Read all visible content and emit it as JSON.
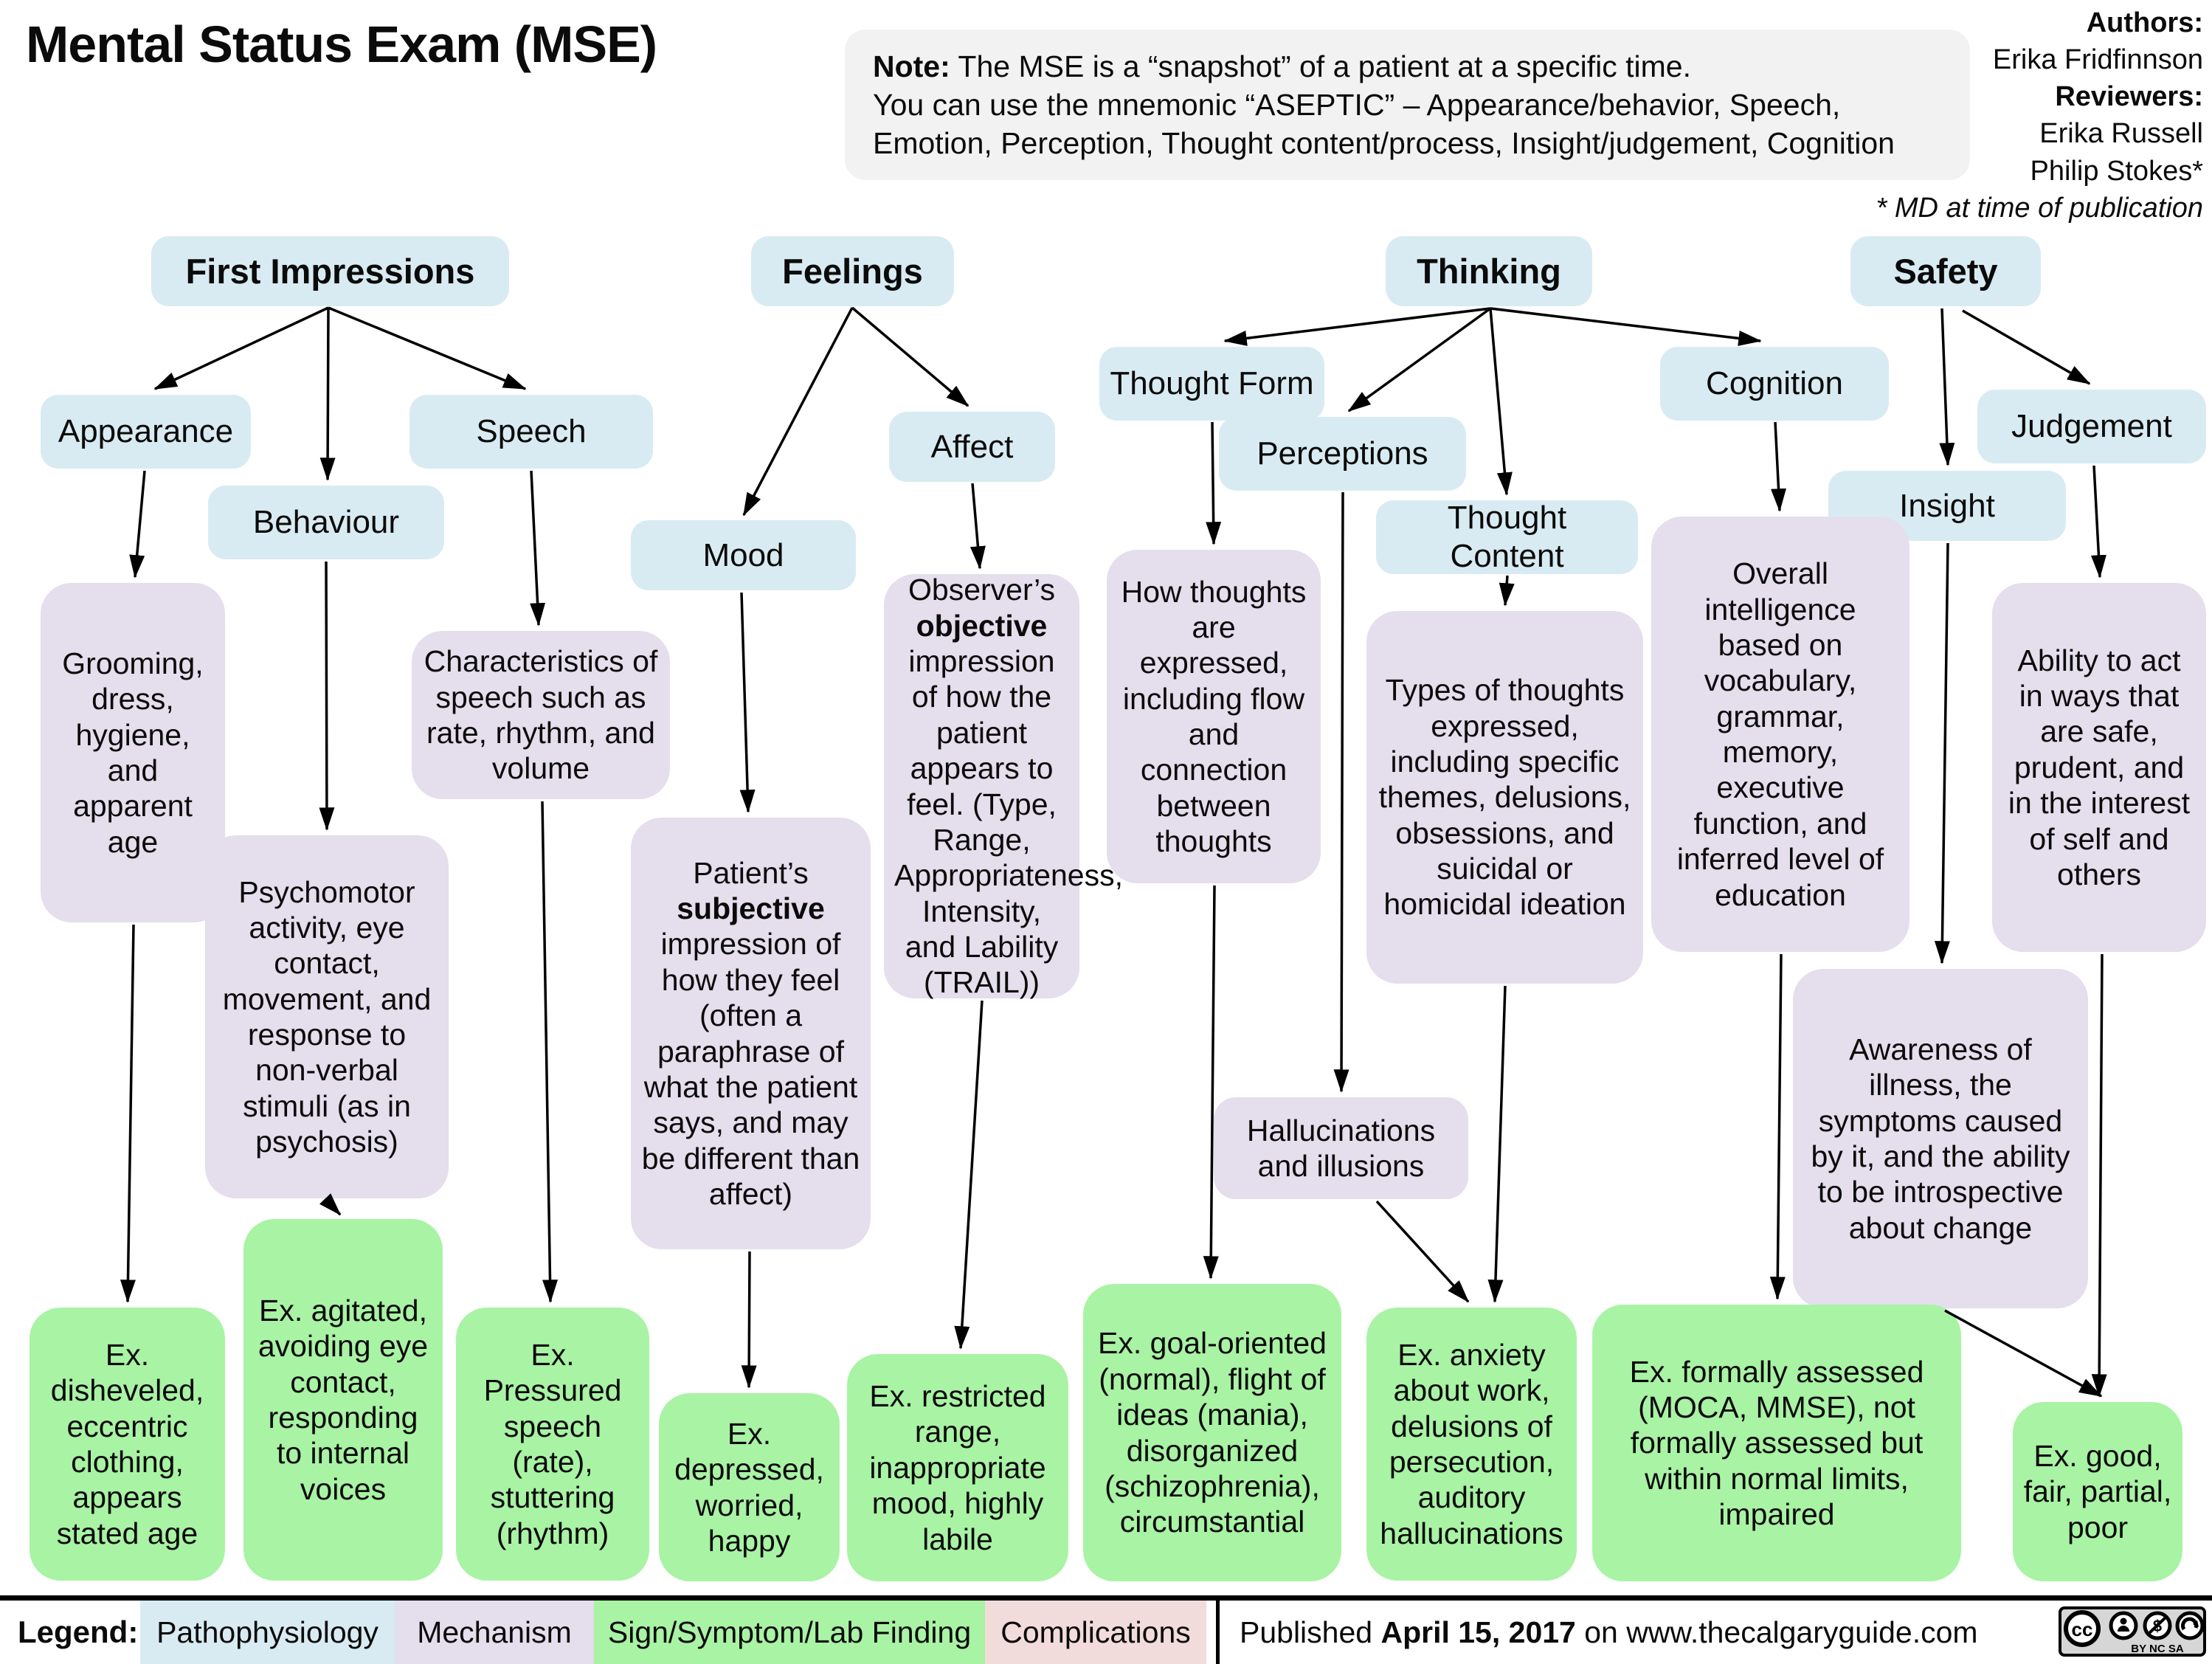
{
  "title": "Mental Status Exam (MSE)",
  "note": {
    "label": "Note:",
    "text": " The MSE is a “snapshot” of a patient at a specific time.\nYou can use the mnemonic “ASEPTIC” – Appearance/behavior, Speech,\nEmotion, Perception, Thought content/process, Insight/judgement, Cognition"
  },
  "credits": {
    "authors_label": "Authors:",
    "author": "Erika Fridfinnson",
    "reviewers_label": "Reviewers:",
    "reviewer1": "Erika Russell",
    "reviewer2": "Philip Stokes*",
    "footnote": "* MD at time of publication"
  },
  "colors": {
    "pathophysiology": "#d9ebf2",
    "mechanism": "#e4deed",
    "sign": "#a9f3a4",
    "complication": "#f2dcdb"
  },
  "categories": {
    "first_impressions": "First Impressions",
    "feelings": "Feelings",
    "thinking": "Thinking",
    "safety": "Safety"
  },
  "nodes": {
    "appearance": "Appearance",
    "behaviour": "Behaviour",
    "speech": "Speech",
    "mood": "Mood",
    "affect": "Affect",
    "thought_form": "Thought Form",
    "perceptions": "Perceptions",
    "thought_content": "Thought Content",
    "cognition": "Cognition",
    "insight": "Insight",
    "judgement": "Judgement",
    "grooming": "Grooming, dress, hygiene, and apparent age",
    "psychomotor": "Psychomotor activity, eye contact, movement, and response to non-verbal stimuli (as in psychosis)",
    "speech_characteristics": "Characteristics of speech such as rate, rhythm, and volume",
    "mood_description": {
      "pre": "Patient’s ",
      "bold": "subjective",
      "post": " impression of how they feel (often a paraphrase of what the patient says, and may be different than affect)"
    },
    "affect_description": {
      "pre": "Observer’s ",
      "bold": "objective",
      "post": " impression of how the patient appears to feel. (Type, Range, Appropriateness, Intensity, and Lability (TRAIL))"
    },
    "thought_form_description": "How thoughts are expressed, including flow and connection between thoughts",
    "thought_content_description": "Types of thoughts expressed, including specific themes, delusions, obsessions, and suicidal or homicidal ideation",
    "hallucinations": "Hallucinations and illusions",
    "cognition_description": "Overall intelligence based on vocabulary, grammar, memory, executive function, and inferred level of education",
    "insight_description": "Awareness of illness, the symptoms caused by it, and the ability to be introspective about change",
    "judgement_description": "Ability to act in ways that are safe, prudent, and in the interest of self and others",
    "ex_appearance": "Ex. disheveled, eccentric clothing, appears stated age",
    "ex_behaviour": "Ex. agitated, avoiding eye contact, responding to internal voices",
    "ex_speech": "Ex. Pressured speech (rate), stuttering (rhythm)",
    "ex_mood": "Ex. depressed, worried, happy",
    "ex_affect": "Ex. restricted range, inappropriate mood, highly labile",
    "ex_thought_form": "Ex. goal-oriented (normal), flight of ideas (mania), disorganized (schizophrenia), circumstantial",
    "ex_thought_content": "Ex. anxiety about work, delusions of persecution, auditory hallucinations",
    "ex_cognition": "Ex. formally assessed (MOCA, MMSE), not formally assessed but within normal limits, impaired",
    "ex_insight_judgement": "Ex. good, fair, partial, poor"
  },
  "legend": {
    "label": "Legend:",
    "items": [
      {
        "label": "Pathophysiology"
      },
      {
        "label": "Mechanism"
      },
      {
        "label": "Sign/Symptom/Lab Finding"
      },
      {
        "label": "Complications"
      }
    ]
  },
  "footer": {
    "published_prefix": "Published ",
    "published_date": "April 15, 2017",
    "published_middle": " on ",
    "site": "www.thecalgaryguide.com",
    "license_cc": "cc",
    "license_terms": "BY  NC  SA"
  }
}
